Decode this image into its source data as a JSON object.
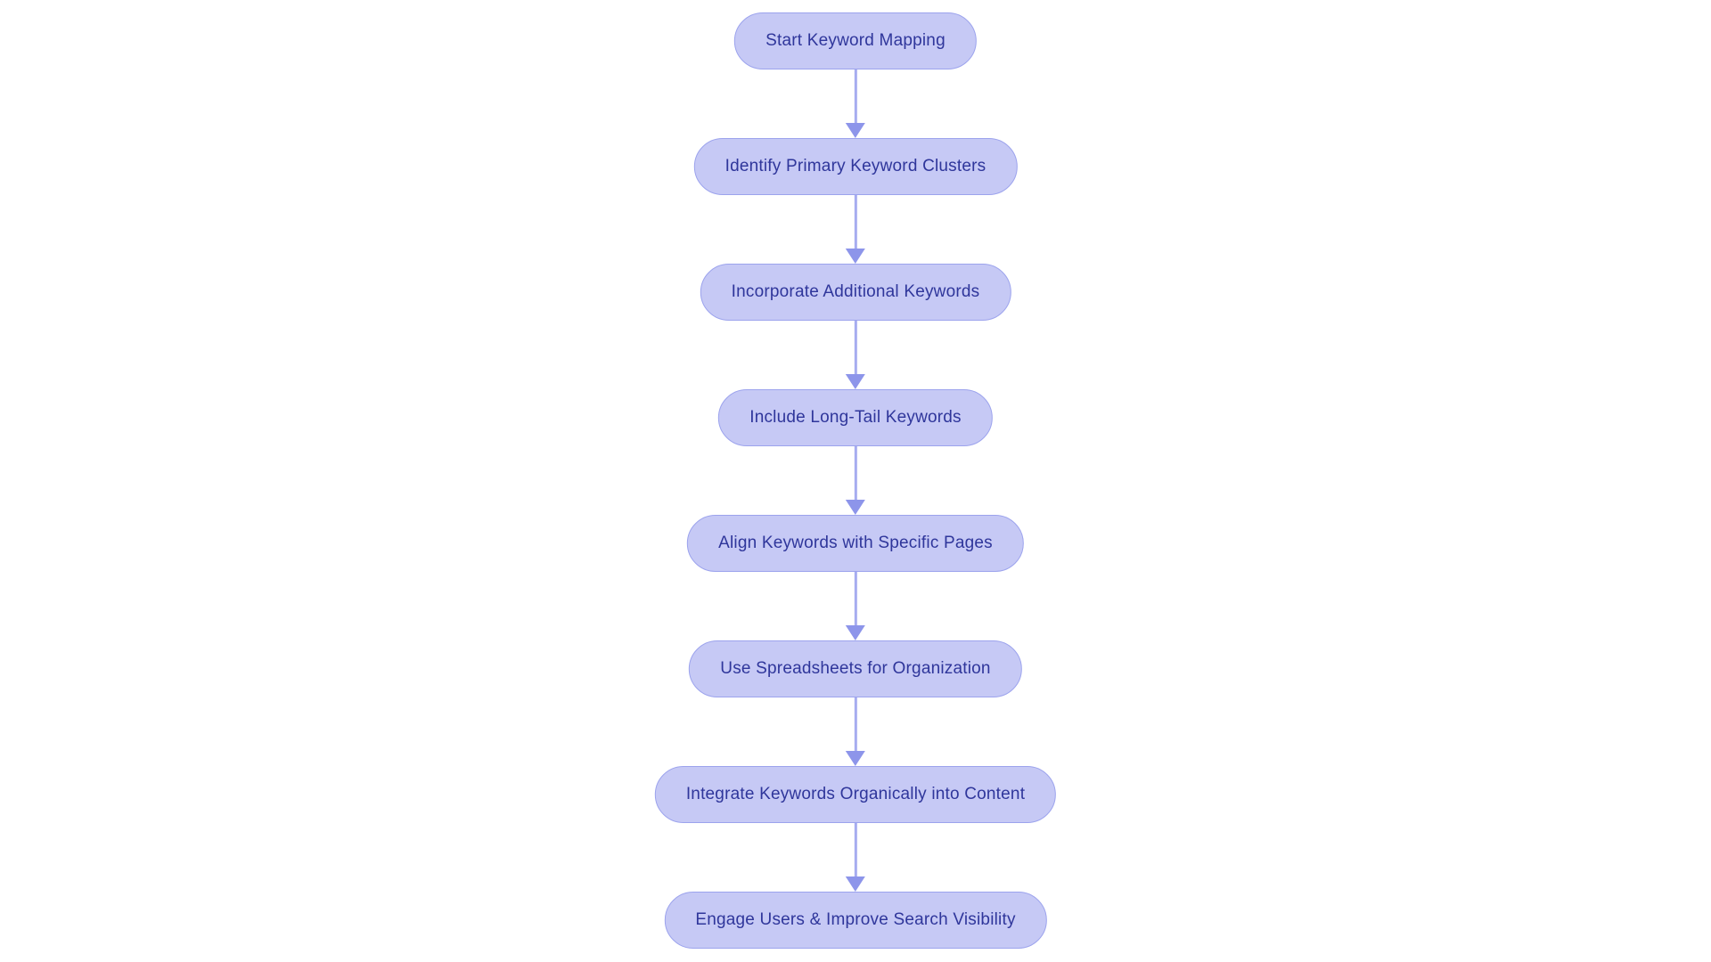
{
  "diagram": {
    "type": "flowchart",
    "orientation": "top-to-bottom",
    "background_color": "#ffffff",
    "node_style": {
      "shape": "stadium",
      "fill_color": "#c6c9f5",
      "border_color": "#9ca3ed",
      "text_color": "#2f369b"
    },
    "connector_style": {
      "line_color": "#a6acf0",
      "arrowhead_color": "#8d95ea",
      "arrowhead": "solid-triangle-down"
    },
    "nodes": [
      {
        "label": "Start Keyword Mapping"
      },
      {
        "label": "Identify Primary Keyword Clusters"
      },
      {
        "label": "Incorporate Additional Keywords"
      },
      {
        "label": "Include Long-Tail Keywords"
      },
      {
        "label": "Align Keywords with Specific Pages"
      },
      {
        "label": "Use Spreadsheets for Organization"
      },
      {
        "label": "Integrate Keywords Organically into Content"
      },
      {
        "label": "Engage Users & Improve Search Visibility"
      }
    ],
    "edges": [
      {
        "from": 0,
        "to": 1
      },
      {
        "from": 1,
        "to": 2
      },
      {
        "from": 2,
        "to": 3
      },
      {
        "from": 3,
        "to": 4
      },
      {
        "from": 4,
        "to": 5
      },
      {
        "from": 5,
        "to": 6
      },
      {
        "from": 6,
        "to": 7
      }
    ]
  }
}
